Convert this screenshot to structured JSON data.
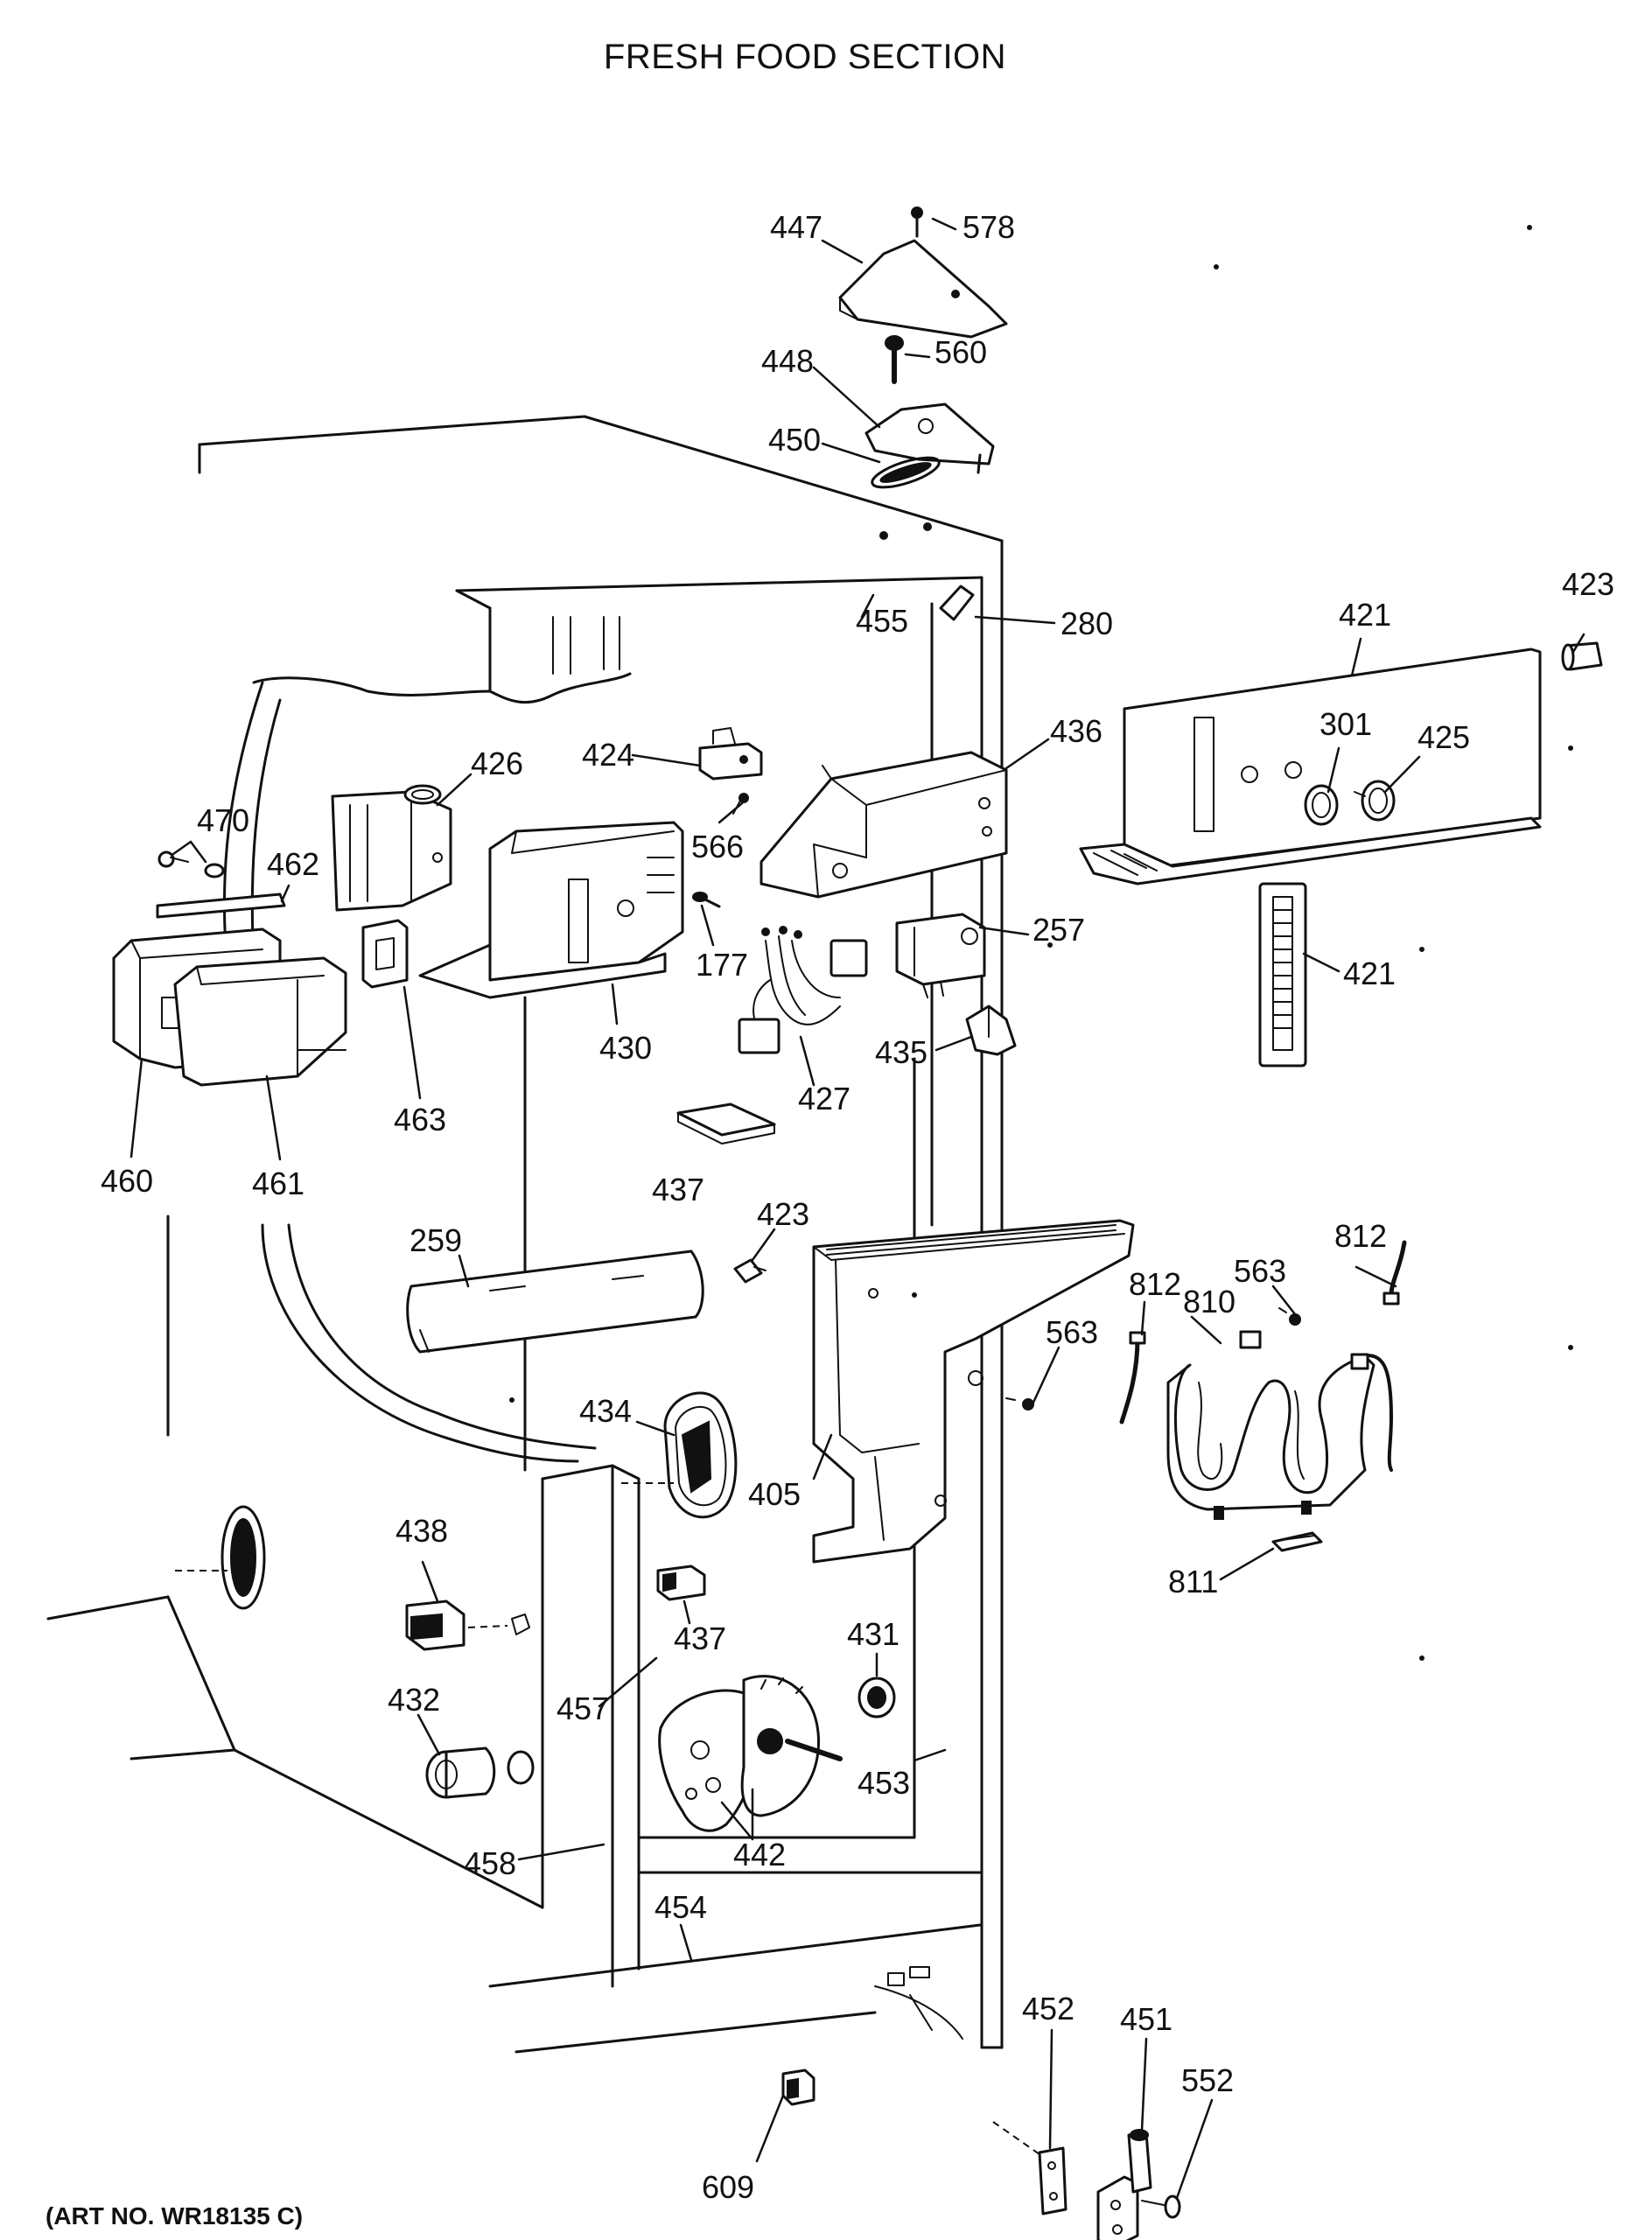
{
  "title": "FRESH FOOD SECTION",
  "art_number": "(ART NO. WR18135 C)",
  "parts": {
    "p578": "578",
    "p447": "447",
    "p560": "560",
    "p448": "448",
    "p450": "450",
    "p455": "455",
    "p280": "280",
    "p423a": "423",
    "p421a": "421",
    "p301": "301",
    "p425": "425",
    "p436": "436",
    "p424": "424",
    "p426": "426",
    "p470": "470",
    "p462": "462",
    "p566": "566",
    "p177": "177",
    "p257": "257",
    "p421b": "421",
    "p430": "430",
    "p427": "427",
    "p435": "435",
    "p463": "463",
    "p460": "460",
    "p461": "461",
    "p437a": "437",
    "p423b": "423",
    "p812a": "812",
    "p563a": "563",
    "p812b": "812",
    "p810": "810",
    "p259": "259",
    "p563b": "563",
    "p434": "434",
    "p405": "405",
    "p811": "811",
    "p438": "438",
    "p437b": "437",
    "p431": "431",
    "p432": "432",
    "p457": "457",
    "p453": "453",
    "p442": "442",
    "p458": "458",
    "p454": "454",
    "p452": "452",
    "p451": "451",
    "p552": "552",
    "p609": "609"
  }
}
